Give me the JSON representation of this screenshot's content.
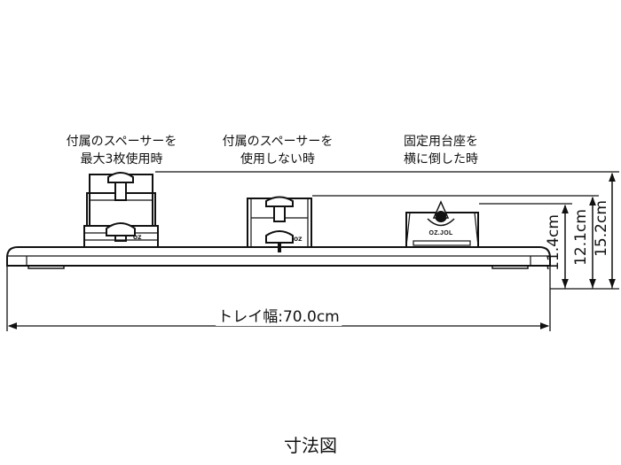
{
  "labels": {
    "with_spacers": [
      "付属のスペーサーを",
      "最大3枚使用時"
    ],
    "without_spacers": [
      "付属のスペーサーを",
      "使用しない時"
    ],
    "laid_down": [
      "固定用台座を",
      "横に倒した時"
    ]
  },
  "dimensions": {
    "height_low": "11.4cm",
    "height_mid": "12.1cm",
    "height_high": "15.2cm",
    "tray_width": "トレイ幅:70.0cm"
  },
  "caption": "寸法図",
  "product_marking": "OZ.JOL"
}
